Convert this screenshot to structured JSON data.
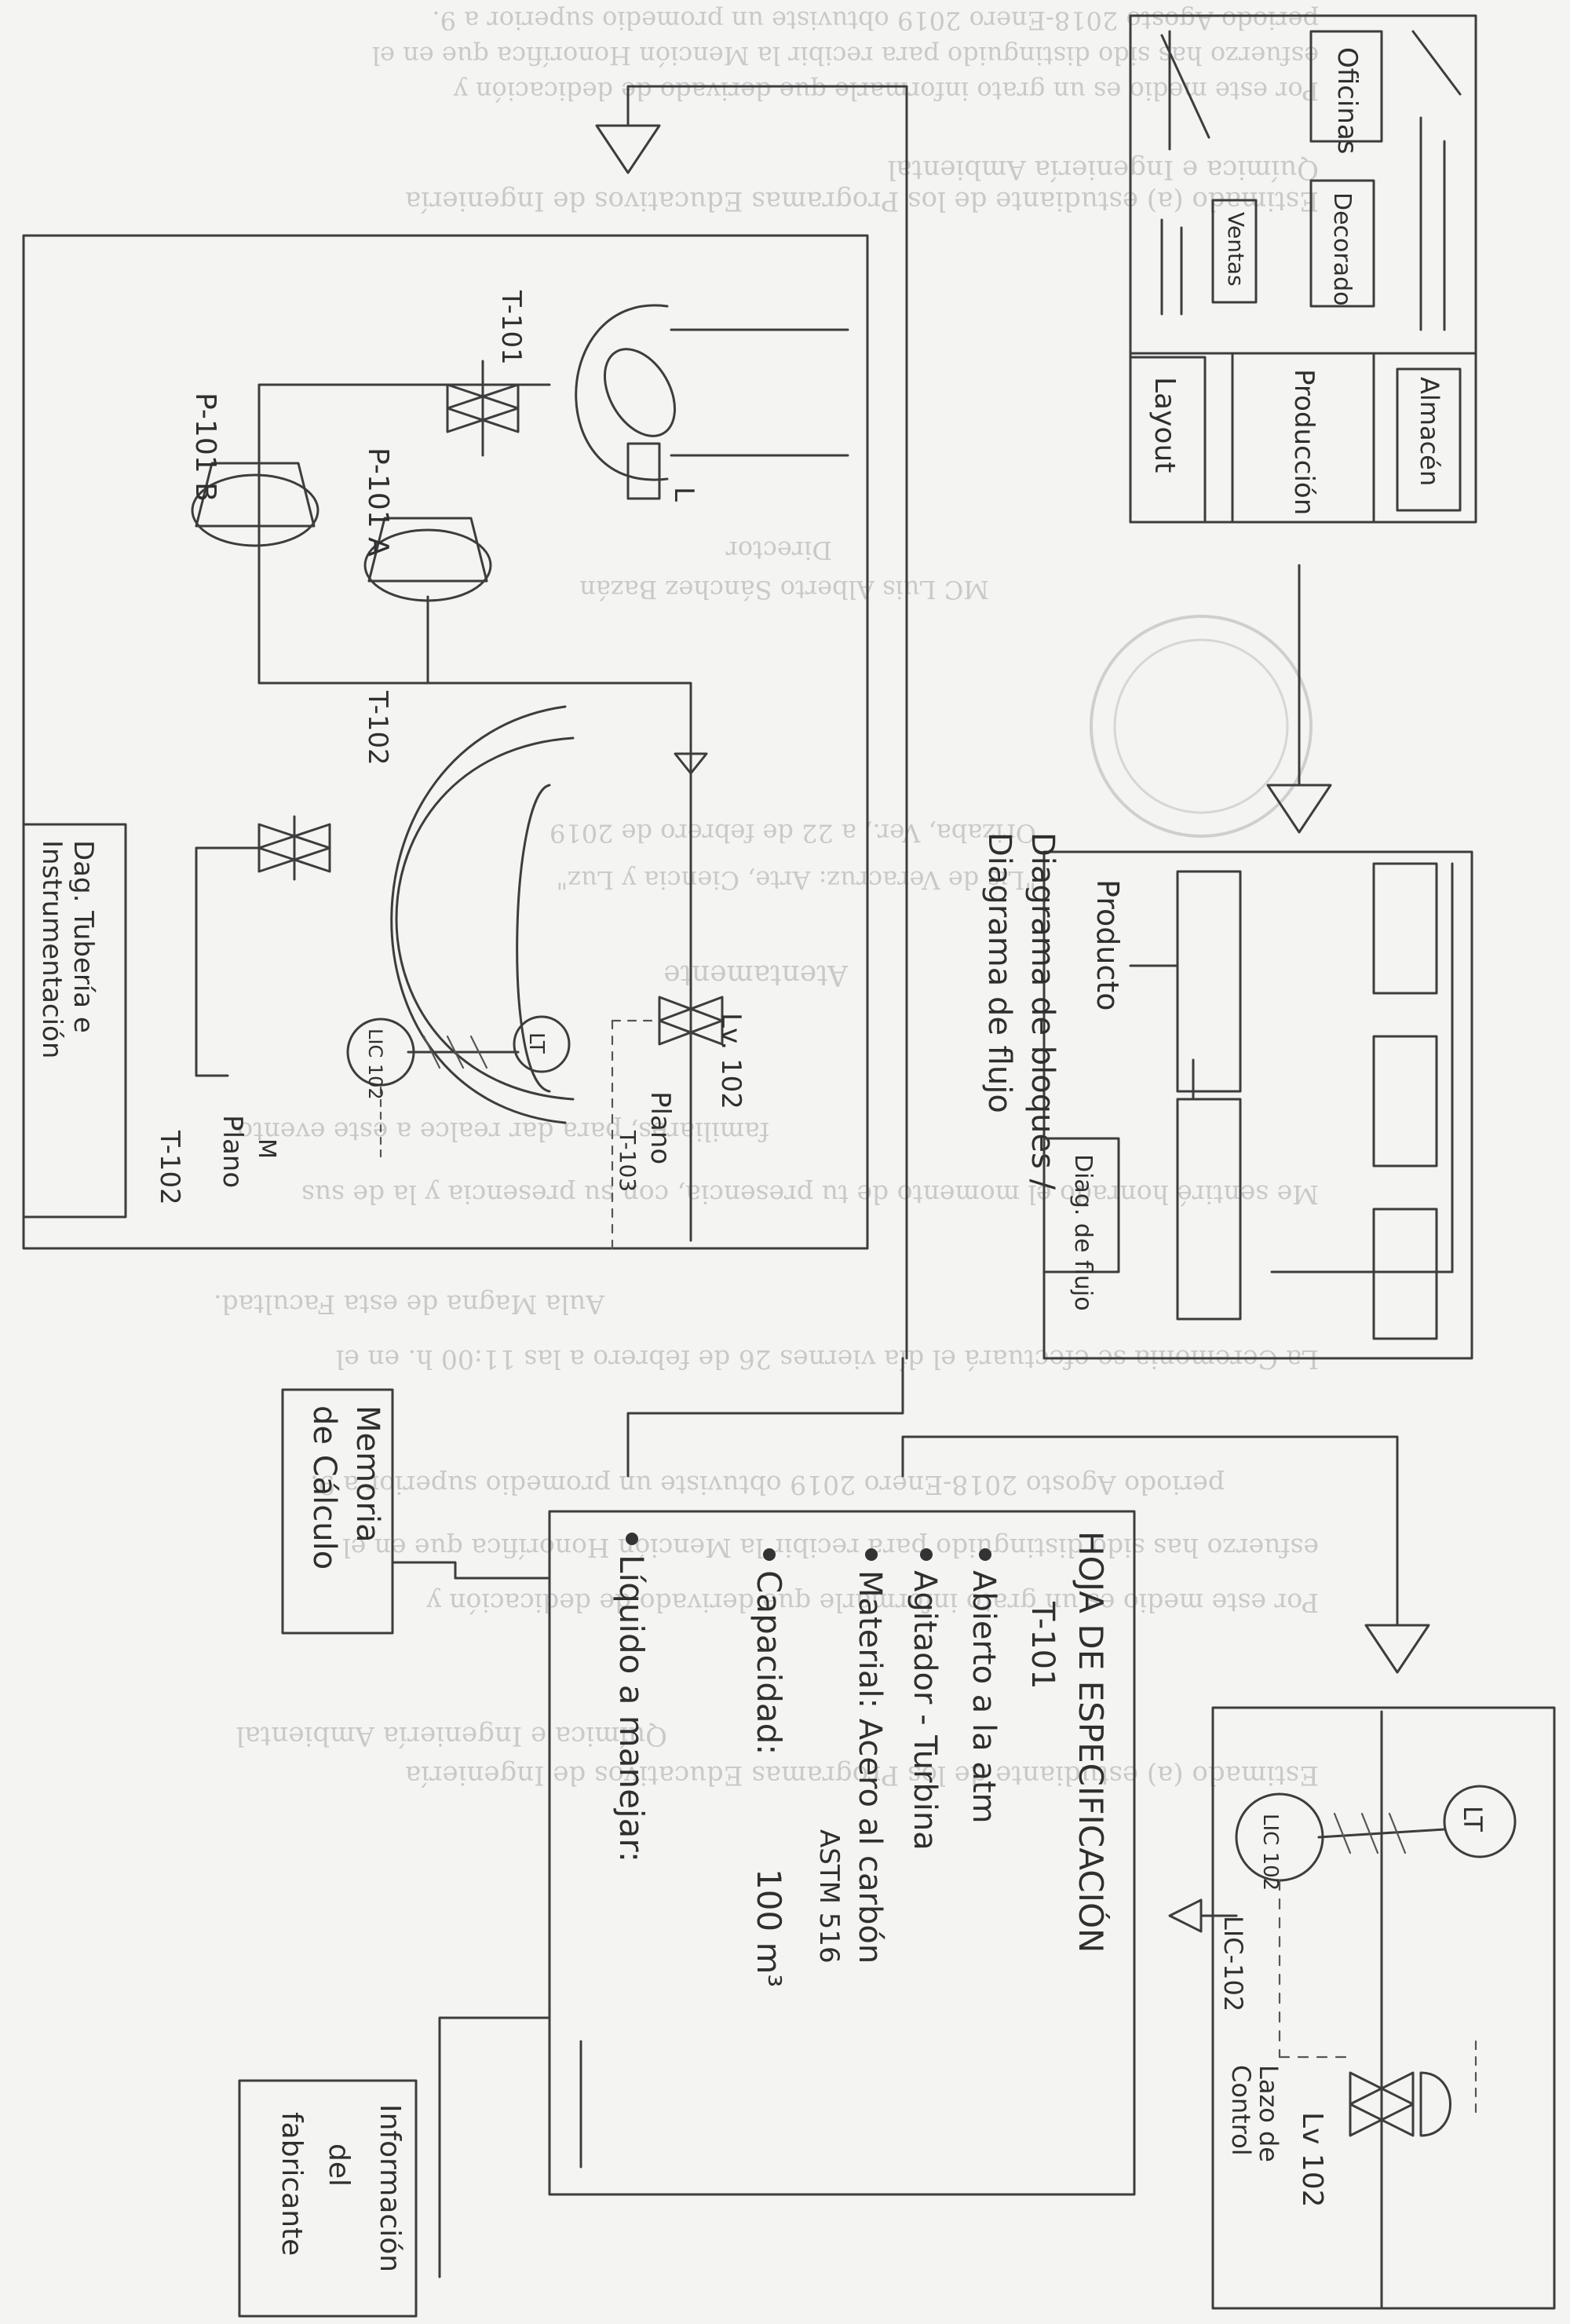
{
  "background_letter": {
    "greeting": "Estimado (a) estudiante de los Programas Educativos de Ingeniería",
    "greeting_2": "Química e Ingeniería Ambiental",
    "para1_l1": "Por este medio es un grato informarle que derivado de dedicación y",
    "para1_l2": "esfuerzo has sido distinguido para recibir la Mención Honorífica que en el",
    "para1_l3": "periodo Agosto 2018-Enero 2019 obtuviste un promedio superior a 9.",
    "para2_l1": "La Ceremonia se efectuará el día viernes 26 de febrero a las 11:00 h. en el",
    "para2_l2": "Aula Magna de esta Facultad.",
    "para3_l1": "Me sentiré honrado el momento de tu presencia, con su presencia y la de sus",
    "para3_l2": "familiares, para dar realce a este evento.",
    "closing": "Atentamente",
    "motto": "\"Lis de Veracruz: Arte, Ciencia y Luz\"",
    "place_date": "Orizaba, Ver., a 22 de febrero de 2019",
    "signer_name": "MC Luis Alberto Sánchez Bazán",
    "signer_role": "Director"
  },
  "sketch": {
    "layout_blocks": [
      "Oficinas",
      "Decorado",
      "Ventas",
      "Layout",
      "Producción",
      "Almacén"
    ],
    "flow": {
      "product": "Producto",
      "title_1": "Diagrama de bloques /",
      "title_2": "Diagrama de flujo",
      "diag_label": "Diag. de flujo"
    },
    "plant": {
      "tag_t101": "T-101",
      "tag_p101a": "P-101 A",
      "tag_p101b": "P-101 B",
      "tag_t102": "T-102",
      "tag_lvl": "Lv. 102",
      "tag_lt": "LT",
      "tag_lic": "LIC 102",
      "tag_plano_top": "Plano",
      "tag_plano_num": "T-103",
      "tag_plano_bottom": "Plano",
      "tag_t102b": "T-102",
      "tag_l": "L",
      "tag_m": "M",
      "tag_dag_1": "Dag. Tubería e",
      "tag_dag_2": "Instrumentación"
    },
    "memoria_1": "Memoria",
    "memoria_2": "de Cálculo",
    "spec": {
      "title": "HOJA DE ESPECIFICACIÓN",
      "tag": "T-101",
      "item1": "Abierto a la atm",
      "item2": "Agitador - Turbina",
      "item3": "Material: Acero al carbón",
      "item3b": "ASTM 516",
      "item4_label": "Capacidad:",
      "item4_value": "100 m³",
      "item5": "Líquido a manejar:"
    },
    "fabricante_1": "Información",
    "fabricante_2": "del",
    "fabricante_3": "fabricante",
    "control": {
      "lt": "LT",
      "lic": "LIC 102",
      "lic2": "LIC-102",
      "lazo_1": "Lazo de",
      "lazo_2": "Control",
      "lv": "Lv 102"
    }
  }
}
